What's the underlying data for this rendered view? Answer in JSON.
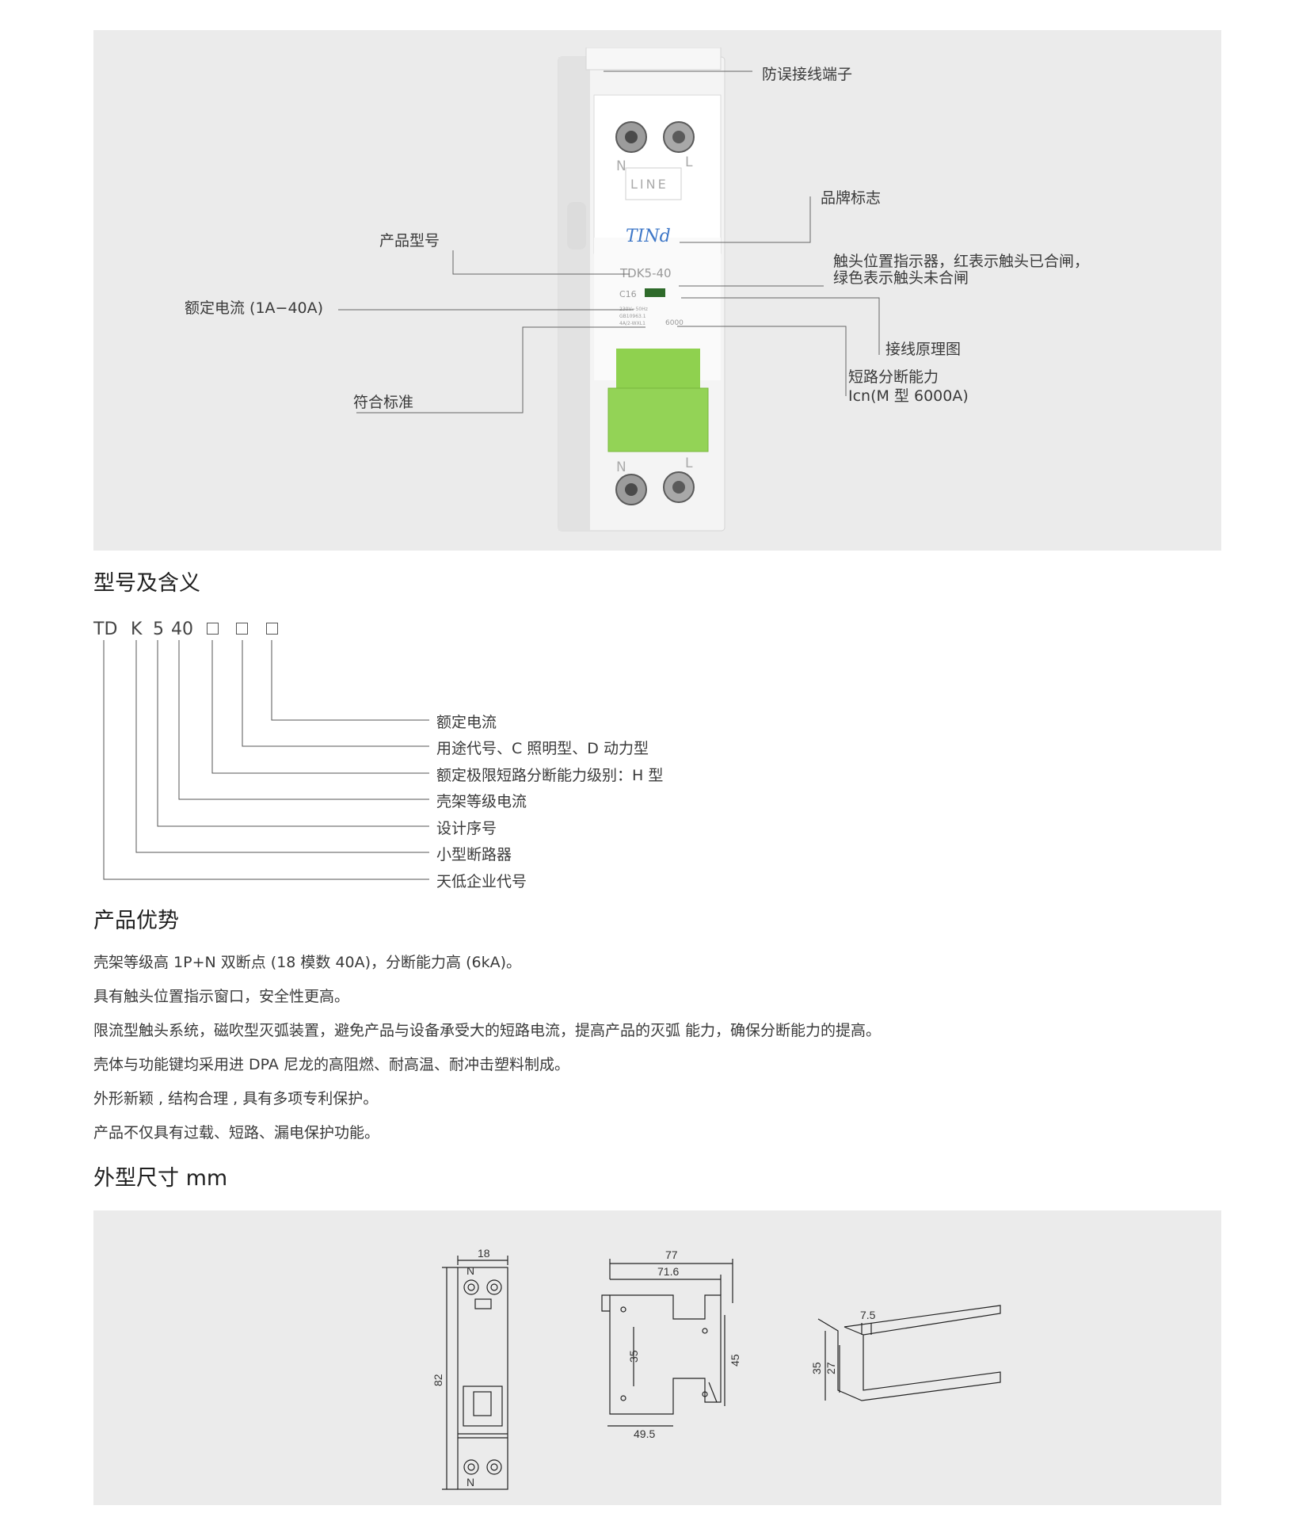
{
  "product_callouts": {
    "terminal": "防误接线端子",
    "brand": "品牌标志",
    "model": "产品型号",
    "indicator_line1": "触头位置指示器，红表示触头已合闸，",
    "indicator_line2": "绿色表示触头未合闸",
    "rated_current": "额定电流 (1A−40A)",
    "wiring": "接线原理图",
    "breaking_line1": "短路分断能力",
    "breaking_line2": "Icn(M 型 6000A)",
    "standard": "符合标准"
  },
  "device_labels": {
    "n_top": "N",
    "l_top": "L",
    "line": "LINE",
    "logo": "TINd",
    "model": "TDK5-40",
    "current": "C16",
    "spec1": "230V~50Hz",
    "spec2": "GB10963.1",
    "spec3": "4A/2-WXL1",
    "capacity": "6000",
    "n_bottom": "N",
    "l_bottom": "L"
  },
  "model_section": {
    "title": "型号及含义",
    "code_parts": [
      "TD",
      "K",
      "5",
      "40"
    ],
    "legend": [
      "额定电流",
      "用途代号、C 照明型、D 动力型",
      "额定极限短路分断能力级别：H 型",
      "壳架等级电流",
      "设计序号",
      "小型断路器",
      "天低企业代号"
    ]
  },
  "advantages": {
    "title": "产品优势",
    "items": [
      "壳架等级高 1P+N 双断点 (18 模数 40A)，分断能力高 (6kA)。",
      "具有触头位置指示窗口，安全性更高。",
      "限流型触头系统，磁吹型灭弧装置，避免产品与设备承受大的短路电流，提高产品的灭弧 能力，确保分断能力的提高。",
      "壳体与功能键均采用进 DPA 尼龙的高阻燃、耐高温、耐冲击塑料制成。",
      "外形新颖 , 结构合理 , 具有多项专利保护。",
      "产品不仅具有过载、短路、漏电保护功能。"
    ]
  },
  "dimensions": {
    "title": "外型尺寸 mm",
    "front": {
      "width": "18",
      "height": "82",
      "n_top": "N",
      "n_bottom": "N"
    },
    "side": {
      "overall": "77",
      "depth": "71.6",
      "inner": "35",
      "rail": "45",
      "base": "49.5"
    },
    "rail": {
      "lip": "7.5",
      "outer": "35",
      "inner": "27"
    }
  },
  "colors": {
    "panel_bg": "#ebebeb",
    "switch_green": "#8fd14f",
    "text": "#3a3a3a"
  }
}
